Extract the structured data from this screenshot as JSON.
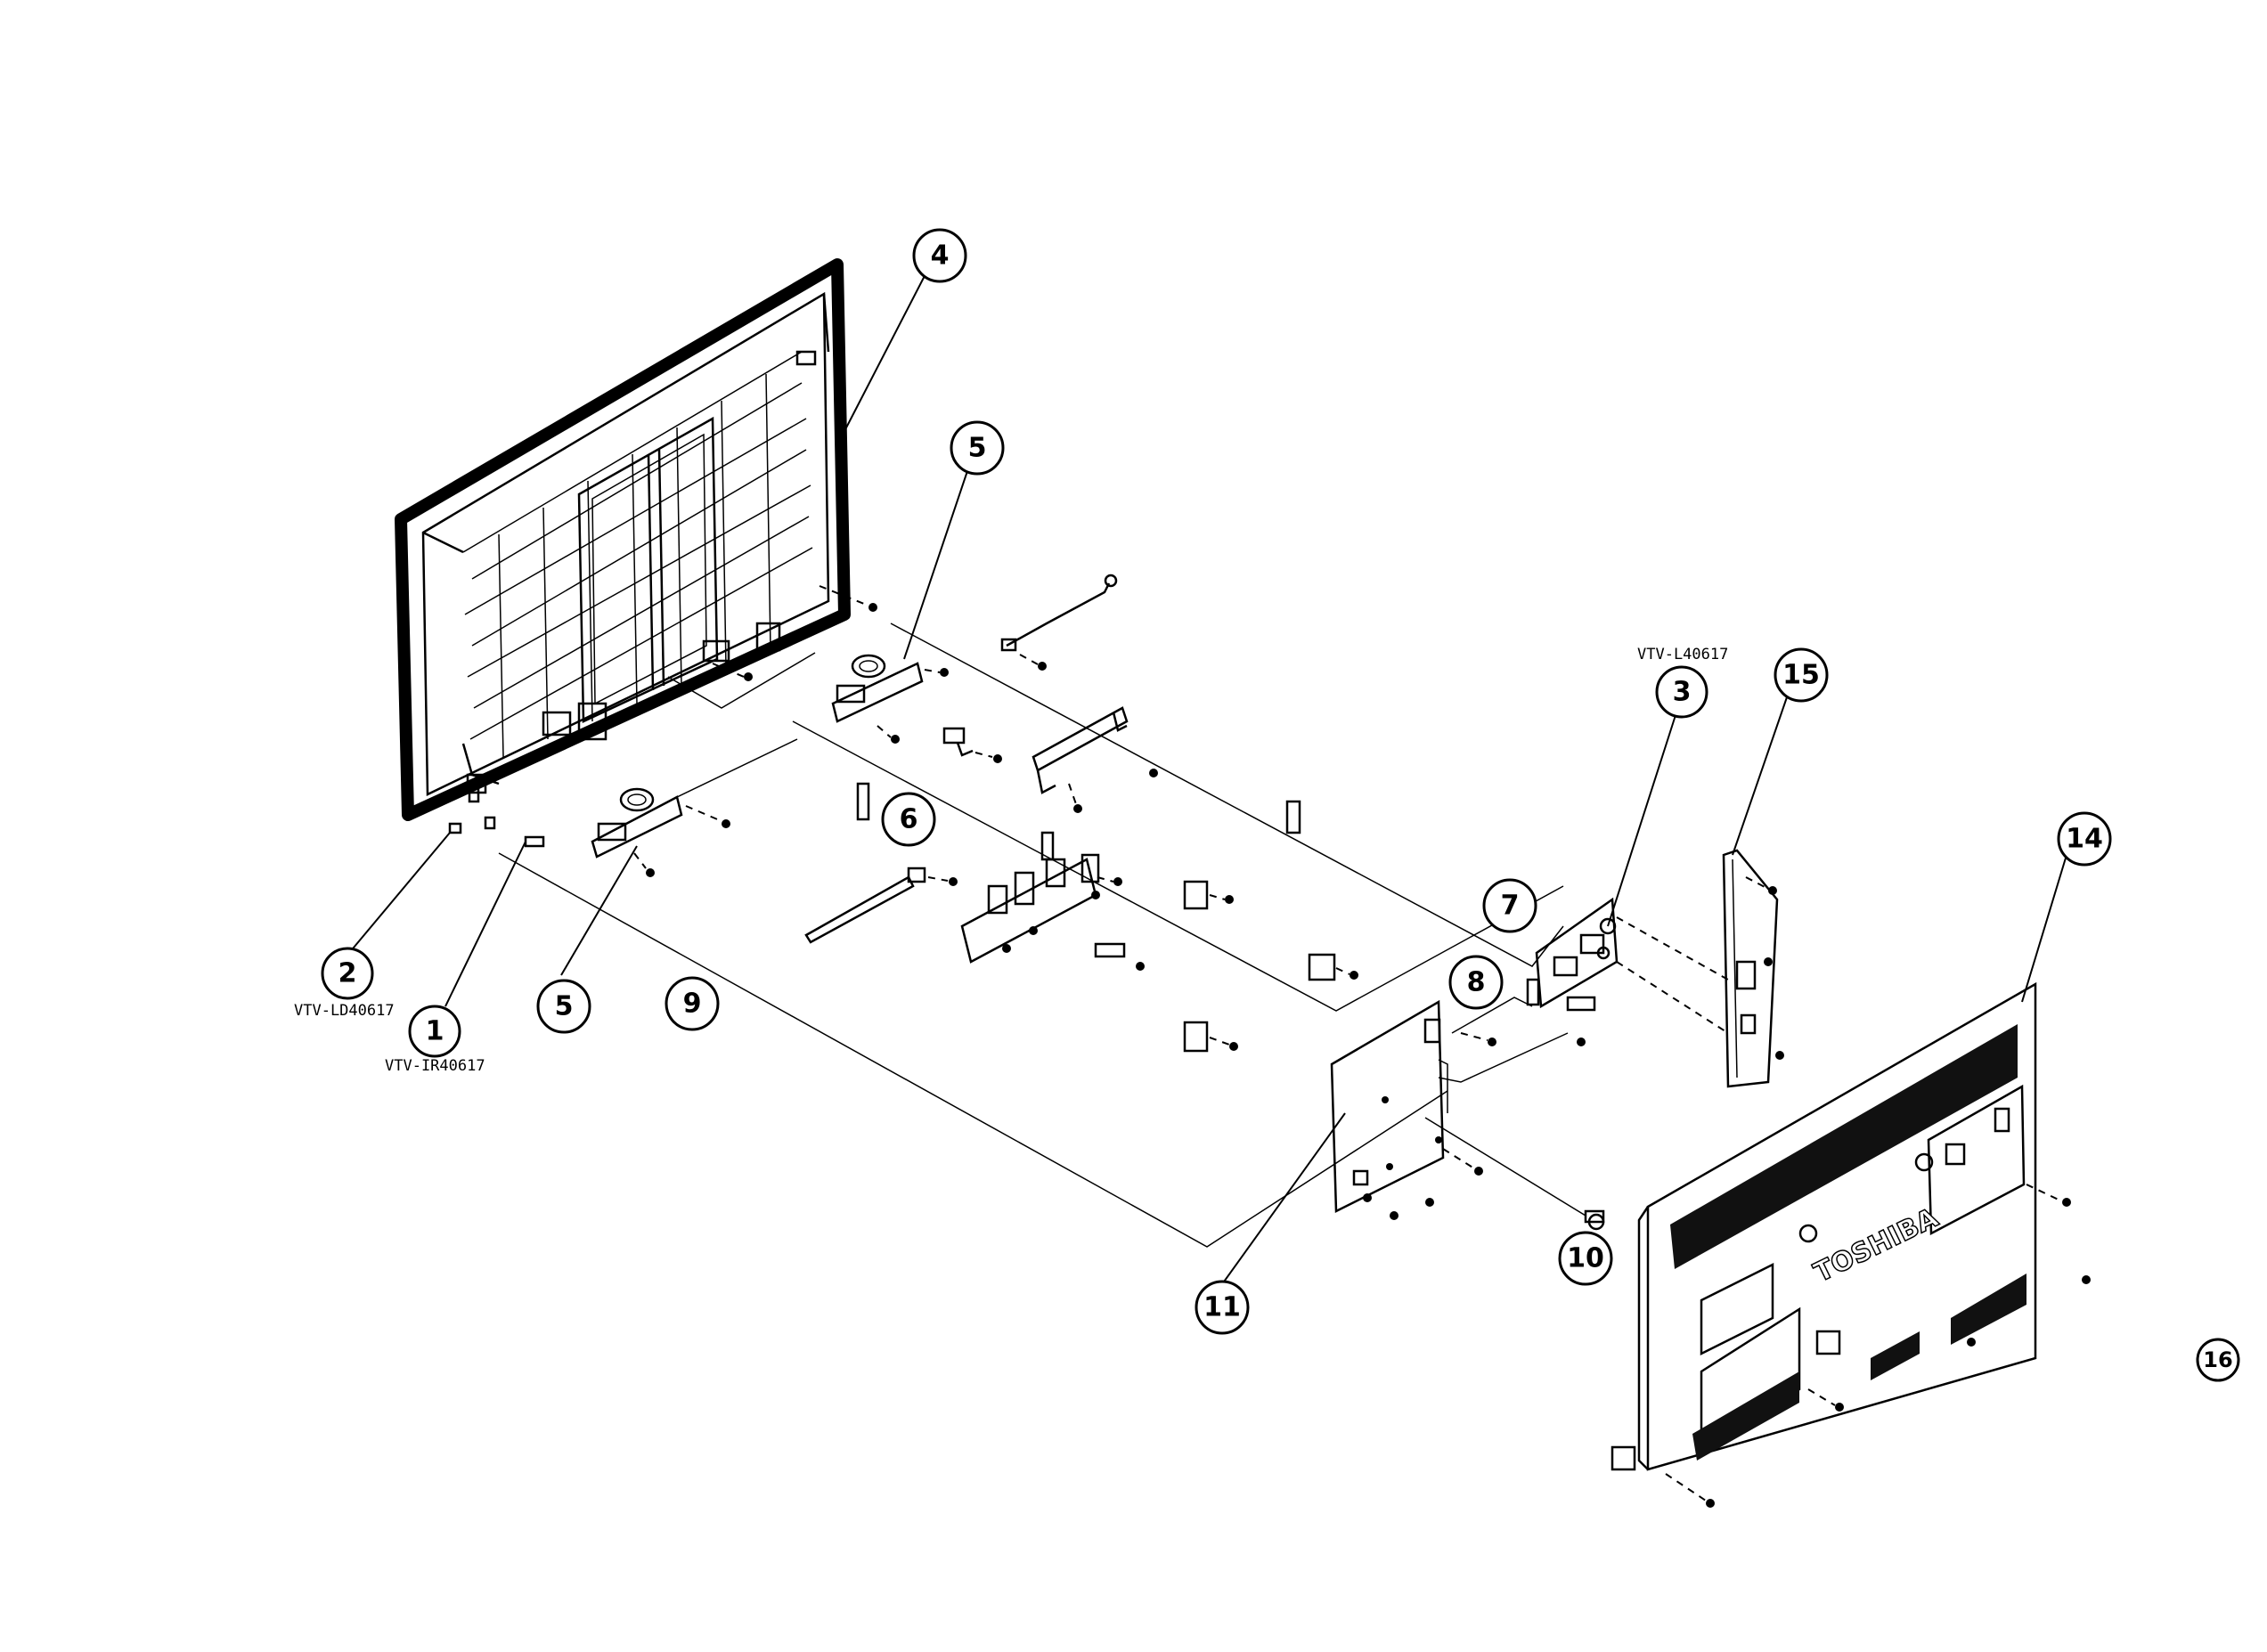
{
  "diagram": {
    "brand_text": "TOSHIBA",
    "model_labels": {
      "board_3": "VTV-L40617",
      "board_2": "VTV-LD40617",
      "board_1": "VTV-IR40617"
    },
    "callouts": [
      {
        "id": "c1",
        "label": "1"
      },
      {
        "id": "c2",
        "label": "2"
      },
      {
        "id": "c3",
        "label": "3"
      },
      {
        "id": "c4",
        "label": "4"
      },
      {
        "id": "c5a",
        "label": "5"
      },
      {
        "id": "c5b",
        "label": "5"
      },
      {
        "id": "c6",
        "label": "6"
      },
      {
        "id": "c7",
        "label": "7"
      },
      {
        "id": "c8",
        "label": "8"
      },
      {
        "id": "c9",
        "label": "9"
      },
      {
        "id": "c10",
        "label": "10"
      },
      {
        "id": "c11",
        "label": "11"
      },
      {
        "id": "c14",
        "label": "14"
      },
      {
        "id": "c15",
        "label": "15"
      },
      {
        "id": "c16",
        "label": "16"
      }
    ]
  }
}
